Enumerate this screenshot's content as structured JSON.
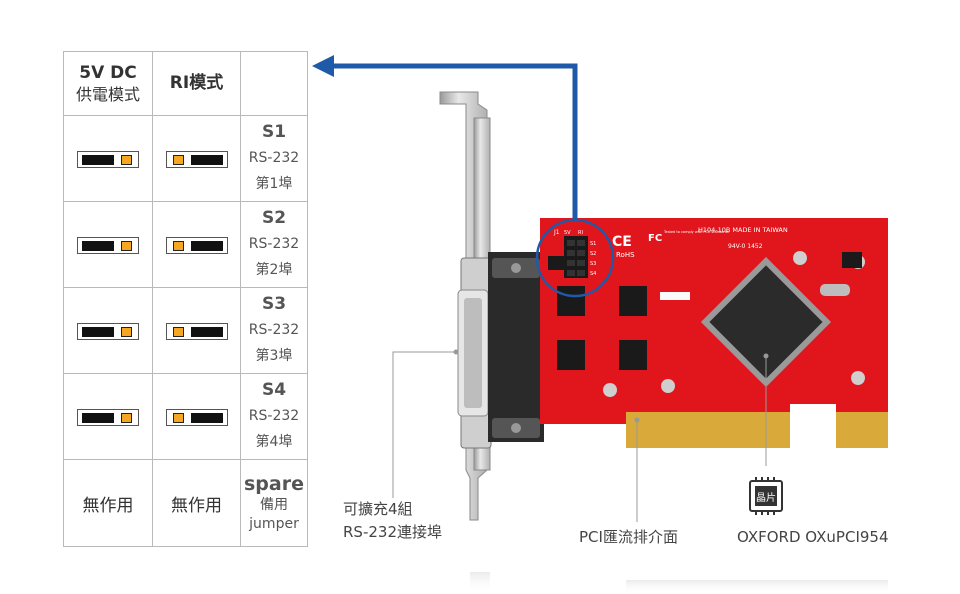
{
  "table": {
    "header": {
      "col1_line1": "5V DC",
      "col1_line2": "供電模式",
      "col2": "RI模式"
    },
    "rows": [
      {
        "id": "S1",
        "proto": "RS-232",
        "port": "第1埠"
      },
      {
        "id": "S2",
        "proto": "RS-232",
        "port": "第2埠"
      },
      {
        "id": "S3",
        "proto": "RS-232",
        "port": "第3埠"
      },
      {
        "id": "S4",
        "proto": "RS-232",
        "port": "第4埠"
      }
    ],
    "spare": {
      "col1": "無作用",
      "col2": "無作用",
      "title": "spare",
      "line2": "備用",
      "line3": "jumper"
    }
  },
  "card": {
    "silk_model": "H104-10B MADE IN TAIWAN",
    "silk_rohs": "RoHS",
    "silk_ce": "CE",
    "silk_fc": "FC",
    "silk_fc_note": "Tested to comply with FCC standards",
    "silk_j1": "J1",
    "silk_5v": "5V",
    "silk_ri": "RI",
    "silk_s1": "S1",
    "silk_s2": "S2",
    "silk_s3": "S3",
    "silk_s4": "S4",
    "silk_date": "94V-0  1452"
  },
  "labels": {
    "ports_line1": "可擴充4組",
    "ports_line2": "RS-232連接埠",
    "pci": "PCI匯流排介面",
    "chip": "OXFORD OXuPCI954",
    "chip_icon_text": "晶片"
  },
  "colors": {
    "pcb": "#e0161c",
    "arrow": "#1f5aa8",
    "gold": "#d9a93a",
    "bracket": "#c8c8c8"
  }
}
